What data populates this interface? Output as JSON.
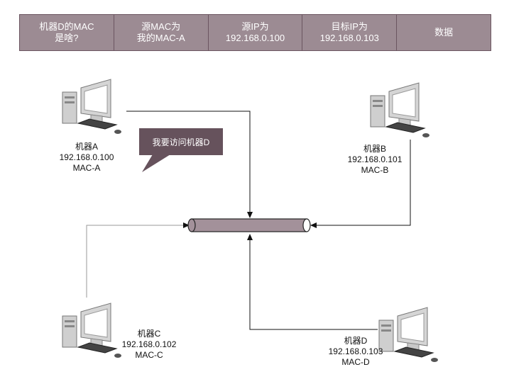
{
  "packet": {
    "fields": [
      {
        "line1": "机器D的MAC",
        "line2": "是啥?"
      },
      {
        "line1": "源MAC为",
        "line2": "我的MAC-A"
      },
      {
        "line1": "源IP为",
        "line2": "192.168.0.100"
      },
      {
        "line1": "目标IP为",
        "line2": "192.168.0.103"
      },
      {
        "line1": "数据",
        "line2": ""
      }
    ]
  },
  "machines": {
    "a": {
      "name": "机器A",
      "ip": "192.168.0.100",
      "mac": "MAC-A"
    },
    "b": {
      "name": "机器B",
      "ip": "192.168.0.101",
      "mac": "MAC-B"
    },
    "c": {
      "name": "机器C",
      "ip": "192.168.0.102",
      "mac": "MAC-C"
    },
    "d": {
      "name": "机器D",
      "ip": "192.168.0.103",
      "mac": "MAC-D"
    }
  },
  "bubble": {
    "text": "我要访问机器D"
  },
  "colors": {
    "packet_fill": "#9c8b93",
    "bus_fill": "#a3919a",
    "bubble_fill": "#66525c"
  },
  "icons": [
    "desktop-computer-icon",
    "network-bus-icon",
    "speech-bubble-icon"
  ]
}
